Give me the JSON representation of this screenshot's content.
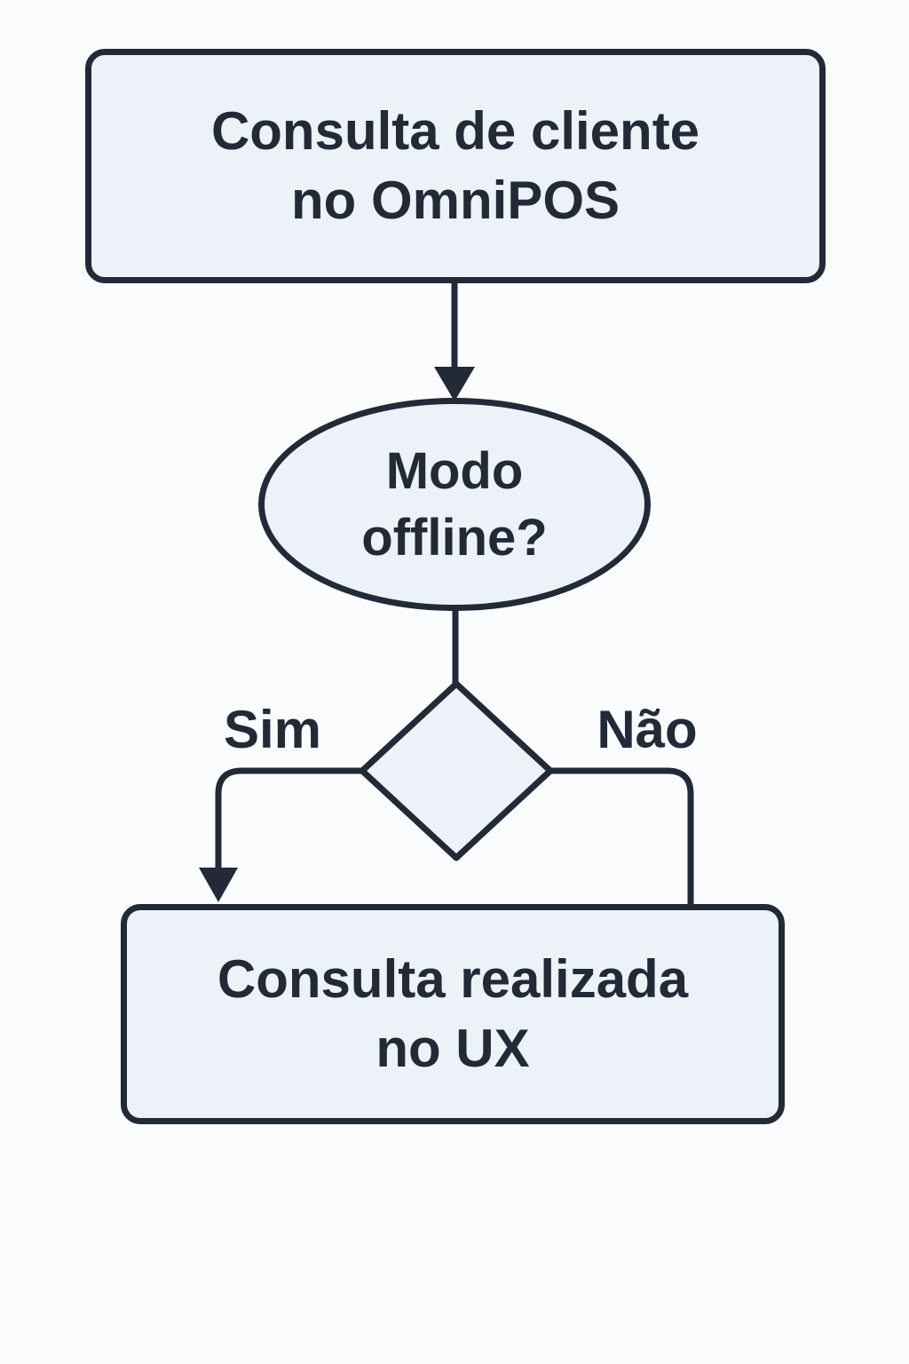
{
  "diagram": {
    "type": "flowchart",
    "nodes": {
      "start": {
        "shape": "rounded-rect",
        "line1": "Consulta de cliente",
        "line2": "no OmniPOS"
      },
      "decision": {
        "shape": "ellipse",
        "line1": "Modo",
        "line2": "offline?"
      },
      "branch": {
        "shape": "diamond",
        "label": ""
      },
      "end": {
        "shape": "rounded-rect",
        "line1": "Consulta realizada",
        "line2": "no UX"
      }
    },
    "edge_labels": {
      "yes": "Sim",
      "no": "Não"
    },
    "colors": {
      "stroke": "#222a38",
      "fill": "#edf1f8",
      "bg": "#fbfcfe",
      "text": "#222a38"
    }
  }
}
